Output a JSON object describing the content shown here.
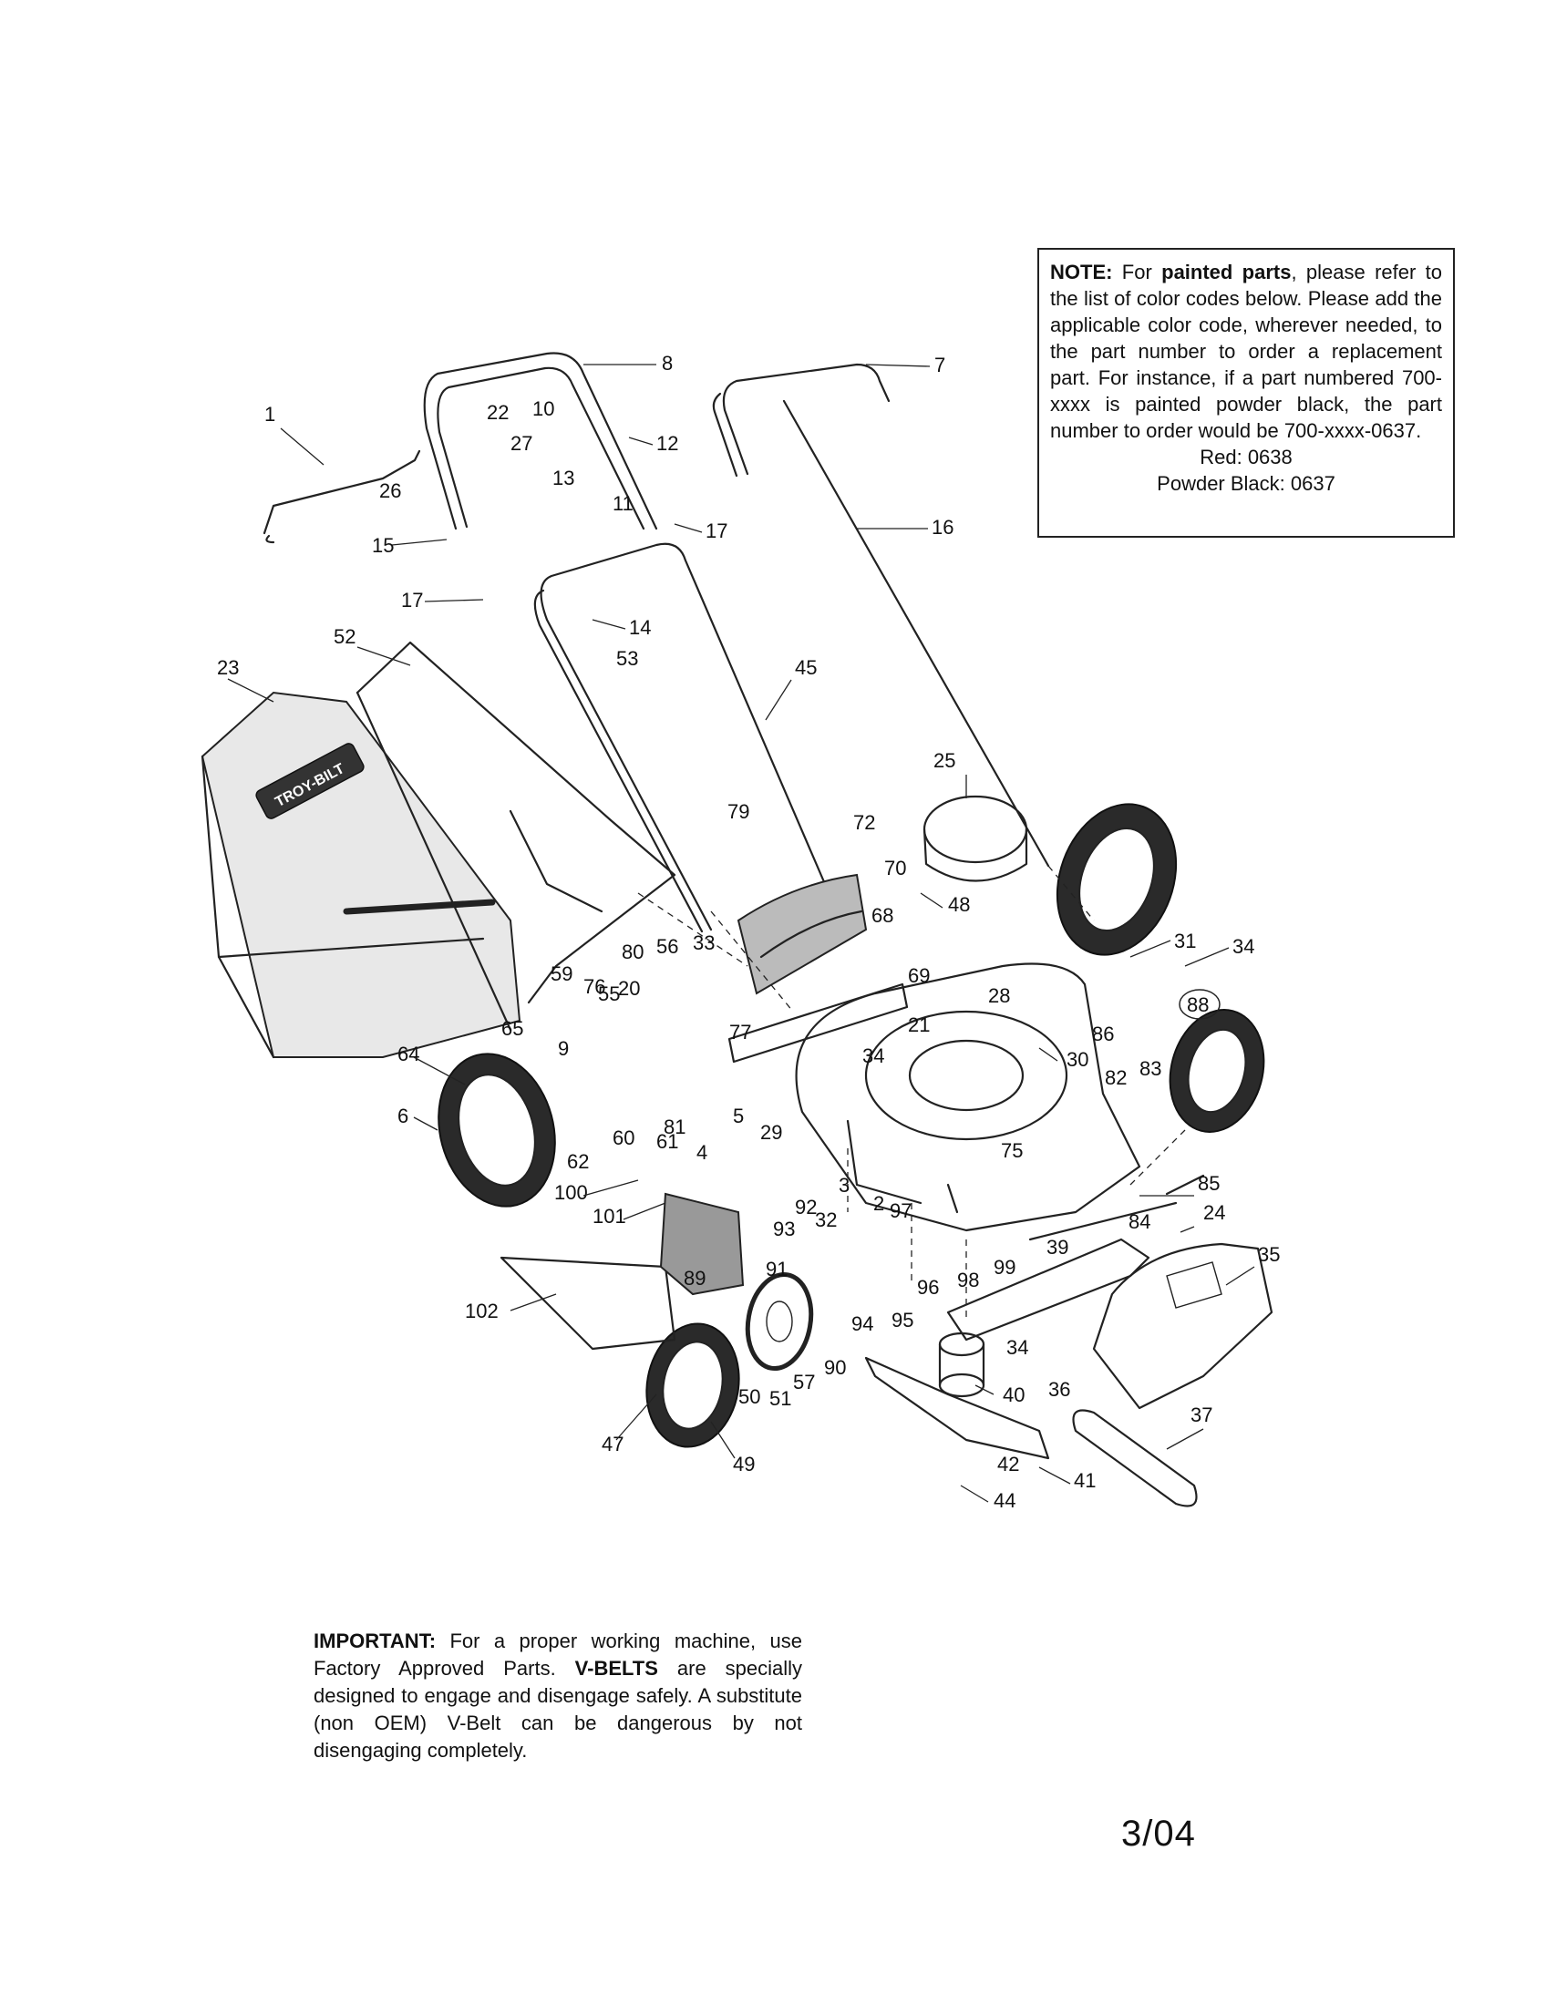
{
  "note": {
    "label": "NOTE:",
    "t1": " For ",
    "bold1": "painted parts",
    "t2": ", please refer to the list of color codes below.  Please add the applicable color code, wherever needed, to the part number to order a replacement part.  For instance, if a part numbered 700-xxxx is painted powder black, the part number to order would be 700-xxxx-0637.",
    "red": "Red: 0638",
    "black": "Powder Black: 0637"
  },
  "important": {
    "label": "IMPORTANT:",
    "t1": " For a proper working machine, use Factory Approved Parts. ",
    "bold1": "V-BELTS",
    "t2": " are specially designed to engage and disengage safely.  A substitute (non OEM) V-Belt can be dangerous by not disengaging completely."
  },
  "brand_logo": "TROY-BILT",
  "page_date": "3/04",
  "colors": {
    "ink": "#222222",
    "paper": "#ffffff"
  },
  "callouts": [
    {
      "num": "1"
    },
    {
      "num": "2"
    },
    {
      "num": "3"
    },
    {
      "num": "4"
    },
    {
      "num": "5"
    },
    {
      "num": "6"
    },
    {
      "num": "7"
    },
    {
      "num": "8"
    },
    {
      "num": "9"
    },
    {
      "num": "10"
    },
    {
      "num": "11"
    },
    {
      "num": "12"
    },
    {
      "num": "13"
    },
    {
      "num": "14"
    },
    {
      "num": "15"
    },
    {
      "num": "16"
    },
    {
      "num": "17"
    },
    {
      "num": "17"
    },
    {
      "num": "20"
    },
    {
      "num": "21"
    },
    {
      "num": "22"
    },
    {
      "num": "23"
    },
    {
      "num": "24"
    },
    {
      "num": "25"
    },
    {
      "num": "26"
    },
    {
      "num": "27"
    },
    {
      "num": "28"
    },
    {
      "num": "29"
    },
    {
      "num": "30"
    },
    {
      "num": "31"
    },
    {
      "num": "32"
    },
    {
      "num": "33"
    },
    {
      "num": "34"
    },
    {
      "num": "34"
    },
    {
      "num": "34"
    },
    {
      "num": "35"
    },
    {
      "num": "36"
    },
    {
      "num": "37"
    },
    {
      "num": "39"
    },
    {
      "num": "40"
    },
    {
      "num": "41"
    },
    {
      "num": "42"
    },
    {
      "num": "44"
    },
    {
      "num": "45"
    },
    {
      "num": "47"
    },
    {
      "num": "48"
    },
    {
      "num": "49"
    },
    {
      "num": "50"
    },
    {
      "num": "51"
    },
    {
      "num": "52"
    },
    {
      "num": "53"
    },
    {
      "num": "55"
    },
    {
      "num": "56"
    },
    {
      "num": "57"
    },
    {
      "num": "59"
    },
    {
      "num": "60"
    },
    {
      "num": "61"
    },
    {
      "num": "62"
    },
    {
      "num": "64"
    },
    {
      "num": "65"
    },
    {
      "num": "68"
    },
    {
      "num": "69"
    },
    {
      "num": "70"
    },
    {
      "num": "72"
    },
    {
      "num": "75"
    },
    {
      "num": "76"
    },
    {
      "num": "77"
    },
    {
      "num": "79"
    },
    {
      "num": "80"
    },
    {
      "num": "81"
    },
    {
      "num": "82"
    },
    {
      "num": "83"
    },
    {
      "num": "84"
    },
    {
      "num": "85"
    },
    {
      "num": "86"
    },
    {
      "num": "88"
    },
    {
      "num": "89"
    },
    {
      "num": "90"
    },
    {
      "num": "91"
    },
    {
      "num": "92"
    },
    {
      "num": "93"
    },
    {
      "num": "94"
    },
    {
      "num": "95"
    },
    {
      "num": "96"
    },
    {
      "num": "97"
    },
    {
      "num": "98"
    },
    {
      "num": "99"
    },
    {
      "num": "100"
    },
    {
      "num": "101"
    },
    {
      "num": "102"
    }
  ]
}
